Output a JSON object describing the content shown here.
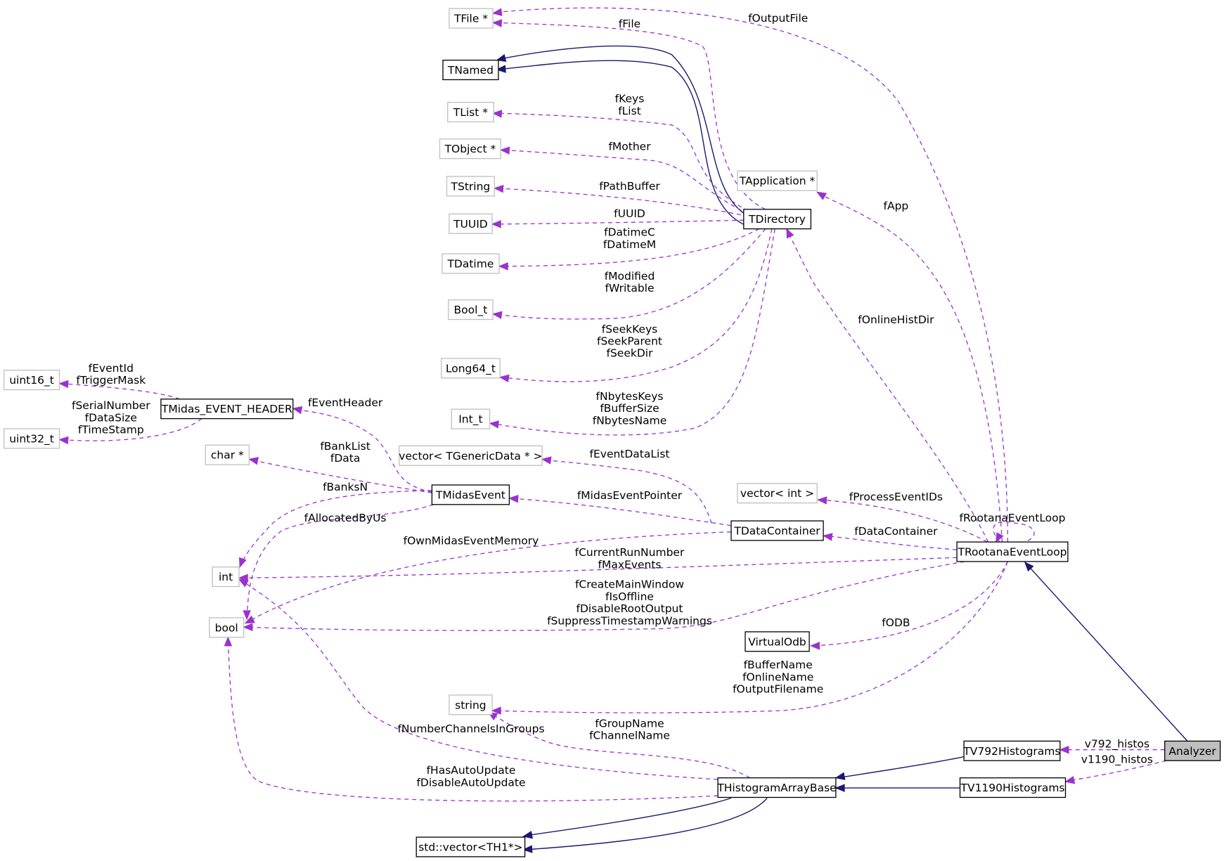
{
  "nodes": {
    "tfile": "TFile *",
    "tnamed": "TNamed",
    "tlist": "TList *",
    "tobject": "TObject *",
    "tstring": "TString",
    "tuuid": "TUUID",
    "tdatime": "TDatime",
    "bool_t": "Bool_t",
    "long64_t": "Long64_t",
    "int_t": "Int_t",
    "tapplication": "TApplication *",
    "tdirectory": "TDirectory",
    "uint16_t": "uint16_t",
    "uint32_t": "uint32_t",
    "tmidas_event_header": "TMidas_EVENT_HEADER",
    "char_ptr": "char *",
    "vector_tgenericdata": "vector< TGenericData * >",
    "tmidasevent": "TMidasEvent",
    "vector_int": "vector< int >",
    "tdatacontainer": "TDataContainer",
    "int": "int",
    "trootanaeventloop": "TRootanaEventLoop",
    "bool": "bool",
    "virtualodb": "VirtualOdb",
    "string": "string",
    "tv792histograms": "TV792Histograms",
    "analyzer": "Analyzer",
    "thistogramarraybase": "THistogramArrayBase",
    "tv1190histograms": "TV1190Histograms",
    "std_vector_th1": "std::vector<TH1*>"
  },
  "edge_labels": {
    "foutputfile": [
      "fOutputFile"
    ],
    "ffile": [
      "fFile"
    ],
    "fkeys_flist": [
      "fKeys",
      "fList"
    ],
    "fmother": [
      "fMother"
    ],
    "fpathbuffer": [
      "fPathBuffer"
    ],
    "fuuid": [
      "fUUID"
    ],
    "fdatime": [
      "fDatimeC",
      "fDatimeM"
    ],
    "fmodified": [
      "fModified",
      "fWritable"
    ],
    "fseek": [
      "fSeekKeys",
      "fSeekParent",
      "fSeekDir"
    ],
    "fnbytes": [
      "fNbytesKeys",
      "fBufferSize",
      "fNbytesName"
    ],
    "fapp": [
      "fApp"
    ],
    "fonlinehistdir": [
      "fOnlineHistDir"
    ],
    "feventid": [
      "fEventId",
      "fTriggerMask"
    ],
    "fserial": [
      "fSerialNumber",
      "fDataSize",
      "fTimeStamp"
    ],
    "feventheader": [
      "fEventHeader"
    ],
    "fbanklist": [
      "fBankList",
      "fData"
    ],
    "feventdatalist": [
      "fEventDataList"
    ],
    "fbanksn": [
      "fBanksN"
    ],
    "fmidaseventpointer": [
      "fMidasEventPointer"
    ],
    "fallocatedbyus": [
      "fAllocatedByUs"
    ],
    "fprocesseventids": [
      "fProcessEventIDs"
    ],
    "frootanaeventloop": [
      "fRootanaEventLoop"
    ],
    "fownmidaseventmemory": [
      "fOwnMidasEventMemory"
    ],
    "fdatacontainer": [
      "fDataContainer"
    ],
    "fcurrentrun": [
      "fCurrentRunNumber",
      "fMaxEvents"
    ],
    "fcreatemain": [
      "fCreateMainWindow",
      "fIsOffline",
      "fDisableRootOutput",
      "fSuppressTimestampWarnings"
    ],
    "fodb": [
      "fODB"
    ],
    "fbuffername": [
      "fBufferName",
      "fOnlineName",
      "fOutputFilename"
    ],
    "fgroupname": [
      "fGroupName",
      "fChannelName"
    ],
    "fnumberchannels": [
      "fNumberChannelsInGroups"
    ],
    "v792": [
      "v792_histos"
    ],
    "v1190": [
      "v1190_histos"
    ],
    "fhasautoupdate": [
      "fHasAutoUpdate",
      "fDisableAutoUpdate"
    ]
  },
  "colors": {
    "inheritance": "#191970",
    "member": "#9a32cd",
    "focus_fill": "#bfbfbf",
    "light_border": "#bfbfbf"
  }
}
